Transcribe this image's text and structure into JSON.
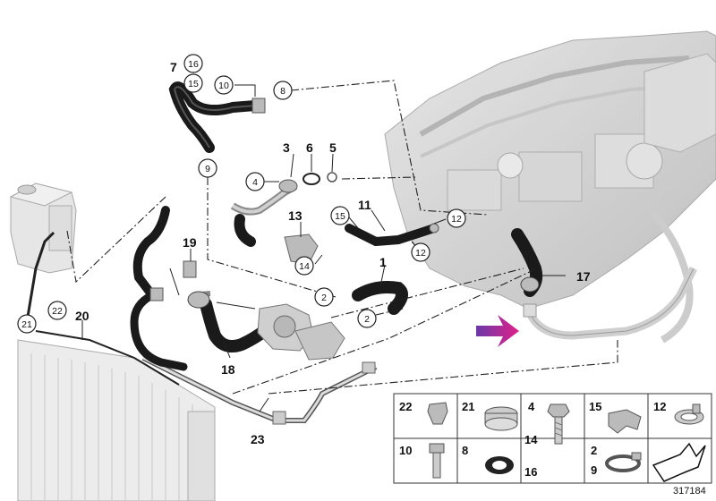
{
  "diagram": {
    "reference_number": "317184",
    "callouts_plain": [
      "7",
      "3",
      "6",
      "5",
      "11",
      "13",
      "19",
      "1",
      "17",
      "20",
      "18",
      "23"
    ],
    "callouts_circled": [
      "16",
      "15",
      "10",
      "8",
      "9",
      "4",
      "15",
      "12",
      "12",
      "14",
      "2",
      "2",
      "22",
      "21"
    ],
    "legend": {
      "cells": [
        {
          "labels": [
            "22"
          ]
        },
        {
          "labels": [
            "21"
          ]
        },
        {
          "labels": [
            "4",
            "14"
          ]
        },
        {
          "labels": [
            "15"
          ]
        },
        {
          "labels": [
            "12"
          ]
        },
        {
          "labels": [
            "10"
          ]
        },
        {
          "labels": [
            "8"
          ]
        },
        {
          "labels": [
            "16"
          ]
        },
        {
          "labels": [
            "2",
            "9"
          ]
        },
        {
          "labels": [
            ""
          ]
        }
      ]
    },
    "colors": {
      "hose": "#1a1a1a",
      "engine_gray": "#c9c9c9",
      "arrow_gradient_start": "#6a3aa8",
      "arrow_gradient_end": "#e0208a"
    }
  }
}
